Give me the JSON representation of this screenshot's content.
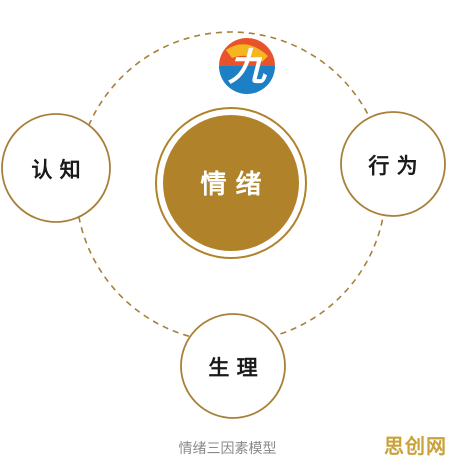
{
  "diagram": {
    "center_label": "情 绪",
    "nodes": {
      "left": "认 知",
      "right": "行 为",
      "bottom": "生 理"
    }
  },
  "caption": "情绪三因素模型",
  "watermark": "思创网",
  "colors": {
    "gold": "#b0832a",
    "ring": "#a8803a",
    "text_dark": "#1a1a1a",
    "white": "#ffffff"
  },
  "logo": {
    "icon": "brand-logo-icon"
  }
}
